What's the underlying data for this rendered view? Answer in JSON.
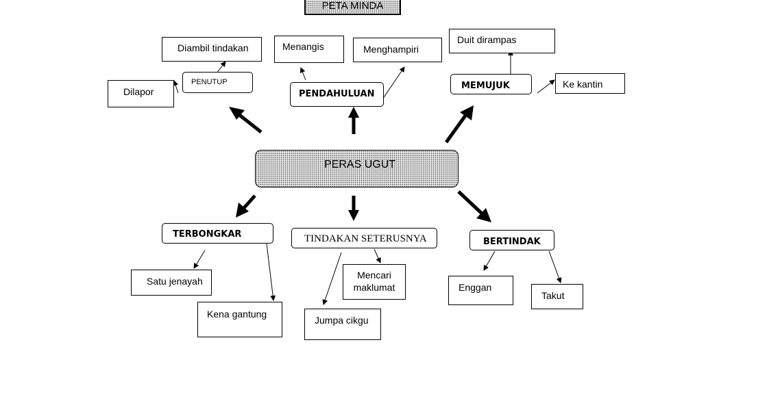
{
  "title": "PETA MINDA",
  "center": "PERAS UGUT",
  "nodes": {
    "pendahuluan": "PENDAHULUAN",
    "menangis": "Menangis",
    "menghampiri": "Menghampiri",
    "penutup": "PENUTUP",
    "diambil_tindakan": "Diambil tindakan",
    "dilapor": "Dilapor",
    "memujuk": "MEMUJUK",
    "duit_dirampas": "Duit dirampas",
    "ke_kantin": "Ke kantin",
    "terbongkar": "TERBONGKAR",
    "satu_jenayah": "Satu jenayah",
    "kena_gantung": "Kena gantung",
    "tindakan_seterusnya": "TINDAKAN SETERUSNYA",
    "mencari_maklumat": "Mencari maklumat",
    "jumpa_cikgu": "Jumpa cikgu",
    "bertindak": "BERTINDAK",
    "enggan": "Enggan",
    "takut": "Takut"
  }
}
